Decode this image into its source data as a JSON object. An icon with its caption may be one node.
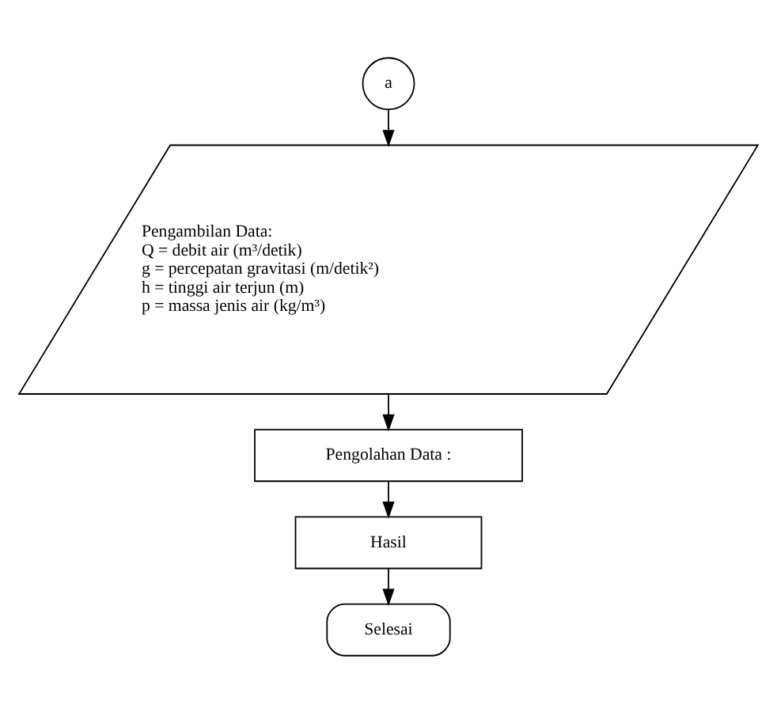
{
  "diagram": {
    "nodes": [
      {
        "text": [
          "a"
        ]
      },
      {
        "text": [
          "Pengambilan Data:",
          "Q = debit air (m³/detik)",
          "g = percepatan gravitasi (m/detik²)",
          "h = tinggi air terjun (m)",
          "p = massa jenis air (kg/m³)"
        ]
      },
      {
        "text": [
          "Pengolahan Data :"
        ]
      },
      {
        "text": [
          "Hasil"
        ]
      },
      {
        "text": [
          "Selesai"
        ]
      }
    ],
    "edges": [
      {
        "from": 0,
        "to": 1,
        "arrow": "to"
      },
      {
        "from": 1,
        "to": 2,
        "arrow": "to"
      },
      {
        "from": 2,
        "to": 3,
        "arrow": "to"
      },
      {
        "from": 3,
        "to": 4,
        "arrow": "to"
      }
    ]
  }
}
